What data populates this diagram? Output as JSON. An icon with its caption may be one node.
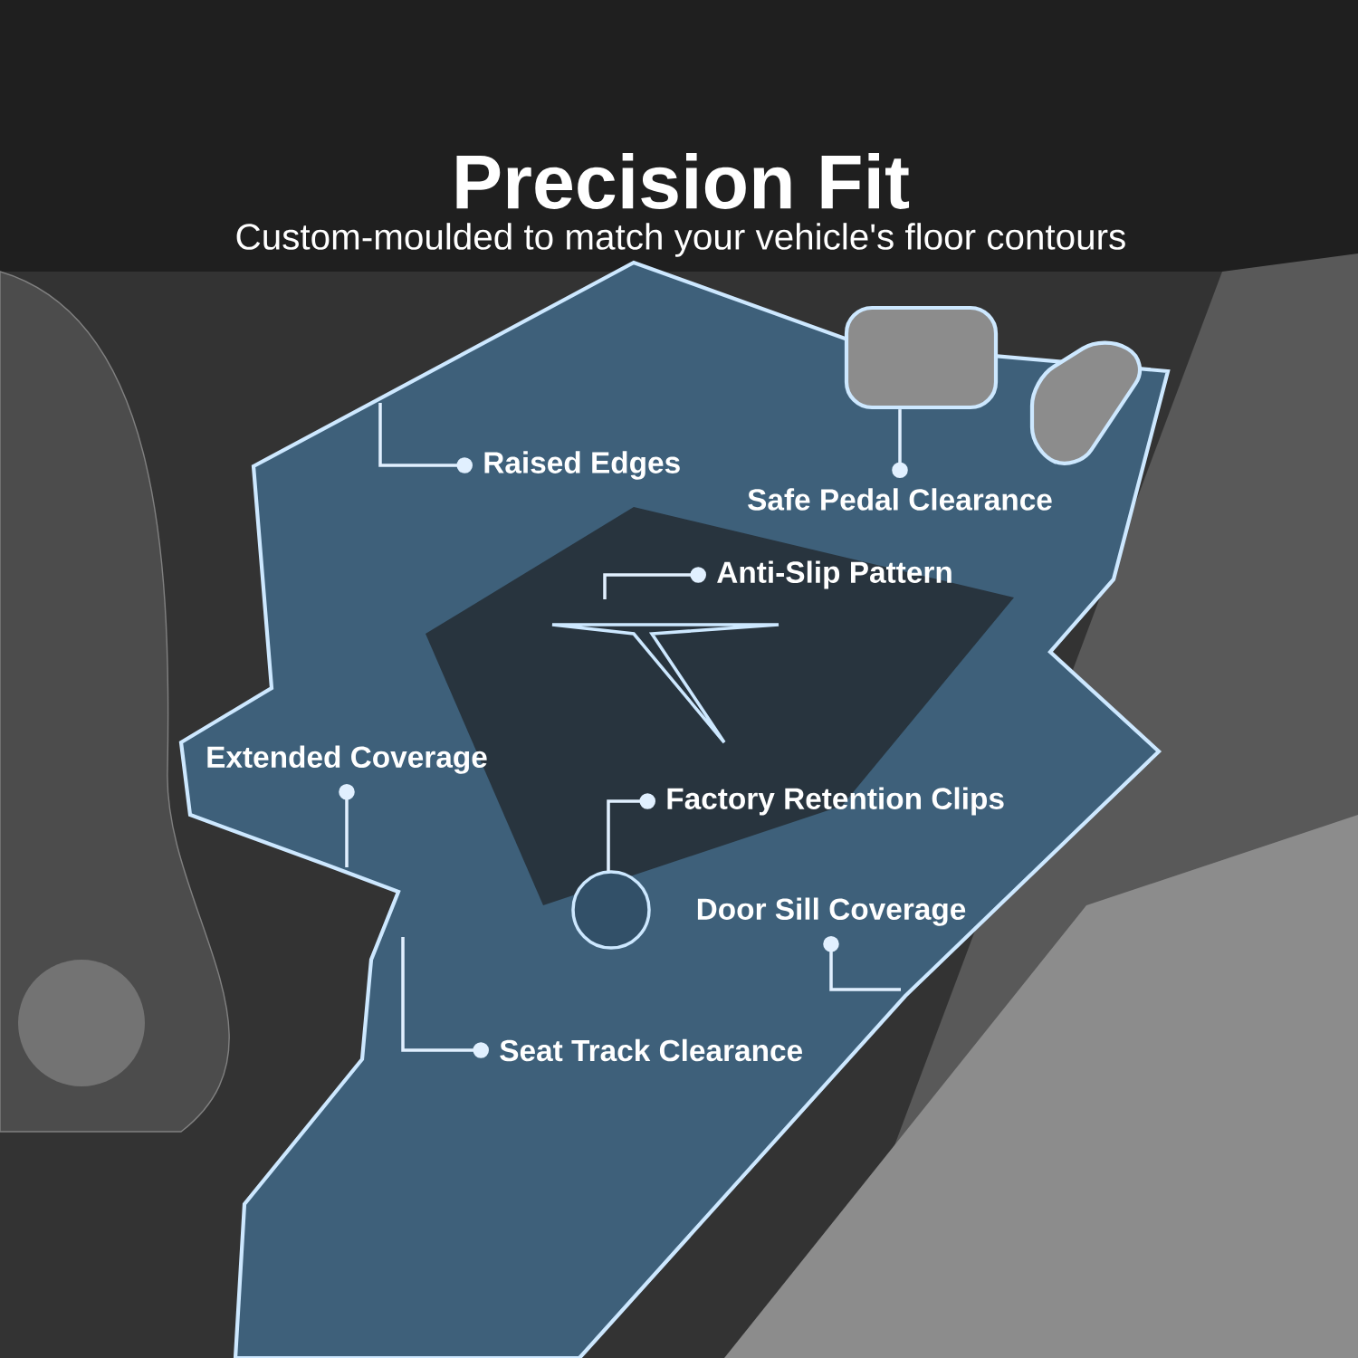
{
  "diagram": {
    "title": "Precision Fit",
    "caption": "Custom-moulded to match your vehicle's floor contours",
    "nodes": [
      {
        "text": [
          "Raised Edges"
        ]
      },
      {
        "text": [
          "Safe Pedal Clearance"
        ]
      },
      {
        "text": [
          "Anti-Slip Pattern"
        ]
      },
      {
        "text": [
          "Extended Coverage"
        ]
      },
      {
        "text": [
          "Factory Retention Clips"
        ]
      },
      {
        "text": [
          "Door Sill Coverage"
        ]
      },
      {
        "text": [
          "Seat Track Clearance"
        ]
      },
      {
        "text": [],
        "shape": "box"
      }
    ],
    "edges": [
      {
        "from": 0,
        "to": null,
        "arrow": "other"
      },
      {
        "from": 1,
        "to": 7,
        "arrow": "other"
      },
      {
        "from": 2,
        "to": null,
        "arrow": "other"
      },
      {
        "from": 3,
        "to": null,
        "arrow": "other"
      },
      {
        "from": 4,
        "to": null,
        "arrow": "other"
      },
      {
        "from": 5,
        "to": null,
        "arrow": "other"
      },
      {
        "from": 6,
        "to": null,
        "arrow": "other"
      }
    ]
  }
}
